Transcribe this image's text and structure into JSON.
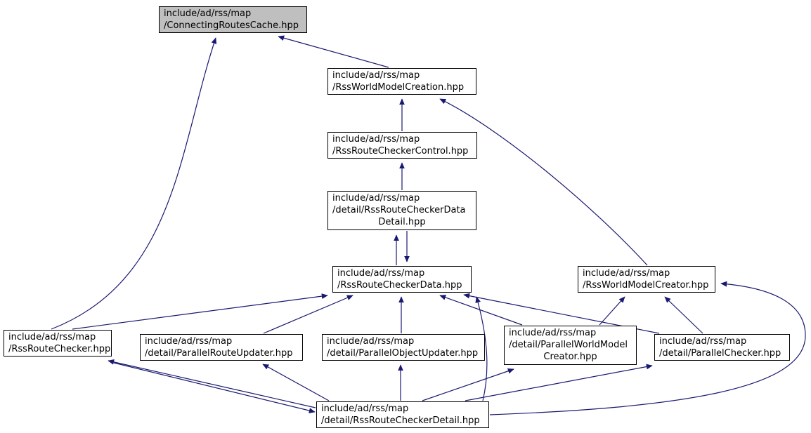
{
  "diagram": {
    "type": "include-dependency-graph",
    "colors": {
      "edge": "#191970",
      "node_border": "#000000",
      "node_fill": "#ffffff",
      "root_node_fill": "#bfbfbf"
    },
    "nodes": [
      {
        "id": "ConnectingRoutesCache",
        "root": true,
        "lines": [
          "include/ad/rss/map",
          "/ConnectingRoutesCache.hpp"
        ]
      },
      {
        "id": "RssWorldModelCreation",
        "lines": [
          "include/ad/rss/map",
          "/RssWorldModelCreation.hpp"
        ]
      },
      {
        "id": "RssRouteCheckerControl",
        "lines": [
          "include/ad/rss/map",
          "/RssRouteCheckerControl.hpp"
        ]
      },
      {
        "id": "RssRouteCheckerDataDetail",
        "lines": [
          "include/ad/rss/map",
          "/detail/RssRouteCheckerData",
          "Detail.hpp"
        ]
      },
      {
        "id": "RssRouteCheckerData",
        "lines": [
          "include/ad/rss/map",
          "/RssRouteCheckerData.hpp"
        ]
      },
      {
        "id": "RssWorldModelCreator",
        "lines": [
          "include/ad/rss/map",
          "/RssWorldModelCreator.hpp"
        ]
      },
      {
        "id": "RssRouteChecker",
        "lines": [
          "include/ad/rss/map",
          "/RssRouteChecker.hpp"
        ]
      },
      {
        "id": "ParallelRouteUpdater",
        "lines": [
          "include/ad/rss/map",
          "/detail/ParallelRouteUpdater.hpp"
        ]
      },
      {
        "id": "ParallelObjectUpdater",
        "lines": [
          "include/ad/rss/map",
          "/detail/ParallelObjectUpdater.hpp"
        ]
      },
      {
        "id": "ParallelWorldModelCreator",
        "lines": [
          "include/ad/rss/map",
          "/detail/ParallelWorldModel",
          "Creator.hpp"
        ]
      },
      {
        "id": "ParallelChecker",
        "lines": [
          "include/ad/rss/map",
          "/detail/ParallelChecker.hpp"
        ]
      },
      {
        "id": "RssRouteCheckerDetail",
        "lines": [
          "include/ad/rss/map",
          "/detail/RssRouteCheckerDetail.hpp"
        ]
      }
    ],
    "edges": [
      {
        "from": "RssWorldModelCreation",
        "to": "ConnectingRoutesCache"
      },
      {
        "from": "RssRouteChecker",
        "to": "ConnectingRoutesCache"
      },
      {
        "from": "RssRouteCheckerControl",
        "to": "RssWorldModelCreation"
      },
      {
        "from": "RssWorldModelCreator",
        "to": "RssWorldModelCreation"
      },
      {
        "from": "RssRouteCheckerDataDetail",
        "to": "RssRouteCheckerControl"
      },
      {
        "from": "RssRouteCheckerData",
        "to": "RssRouteCheckerDataDetail"
      },
      {
        "from": "RssRouteCheckerDataDetail",
        "to": "RssRouteCheckerData"
      },
      {
        "from": "RssRouteChecker",
        "to": "RssRouteCheckerData"
      },
      {
        "from": "ParallelRouteUpdater",
        "to": "RssRouteCheckerData"
      },
      {
        "from": "ParallelObjectUpdater",
        "to": "RssRouteCheckerData"
      },
      {
        "from": "ParallelWorldModelCreator",
        "to": "RssRouteCheckerData"
      },
      {
        "from": "ParallelChecker",
        "to": "RssRouteCheckerData"
      },
      {
        "from": "RssRouteCheckerDetail",
        "to": "RssRouteCheckerData"
      },
      {
        "from": "ParallelWorldModelCreator",
        "to": "RssWorldModelCreator"
      },
      {
        "from": "ParallelChecker",
        "to": "RssWorldModelCreator"
      },
      {
        "from": "RssRouteCheckerDetail",
        "to": "RssWorldModelCreator"
      },
      {
        "from": "RssRouteCheckerDetail",
        "to": "RssRouteChecker"
      },
      {
        "from": "RssRouteChecker",
        "to": "RssRouteCheckerDetail"
      },
      {
        "from": "RssRouteCheckerDetail",
        "to": "ParallelRouteUpdater"
      },
      {
        "from": "RssRouteCheckerDetail",
        "to": "ParallelObjectUpdater"
      },
      {
        "from": "RssRouteCheckerDetail",
        "to": "ParallelWorldModelCreator"
      },
      {
        "from": "RssRouteCheckerDetail",
        "to": "ParallelChecker"
      }
    ]
  }
}
